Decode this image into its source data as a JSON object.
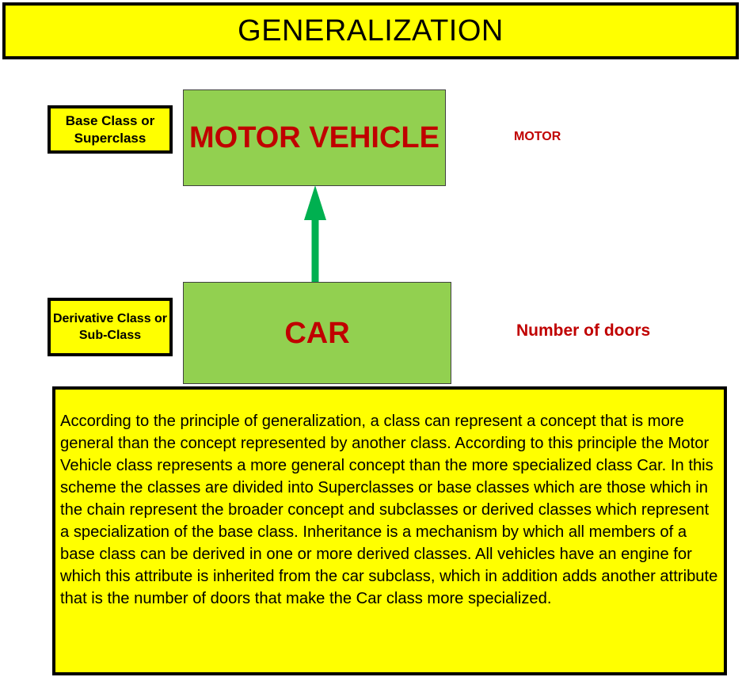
{
  "title": "GENERALIZATION",
  "labels": {
    "base": "Base Class or Superclass",
    "derived": "Derivative Class or Sub-Class"
  },
  "classes": {
    "motor_vehicle": "MOTOR VEHICLE",
    "car": "CAR"
  },
  "attributes": {
    "motor_vehicle": "MOTOR",
    "car": "Number of doors"
  },
  "description": "According to the principle of generalization, a class can represent a concept that is more general than the concept represented by another class. According to this principle the Motor Vehicle class represents a more general concept than the more specialized class Car. In this scheme the classes are divided into Superclasses or base classes which are those which in the chain represent the broader concept and subclasses or derived classes which represent a specialization of the base class. Inheritance is a mechanism by which all members of a base class can be derived in one or more derived classes. All vehicles have an engine for which this attribute is inherited from the car subclass, which in addition adds another attribute that is the number of doors that make the Car class more specialized.",
  "colors": {
    "banner": "#ffff00",
    "class_fill": "#92d050",
    "class_text": "#c00000",
    "arrow": "#00b050"
  }
}
